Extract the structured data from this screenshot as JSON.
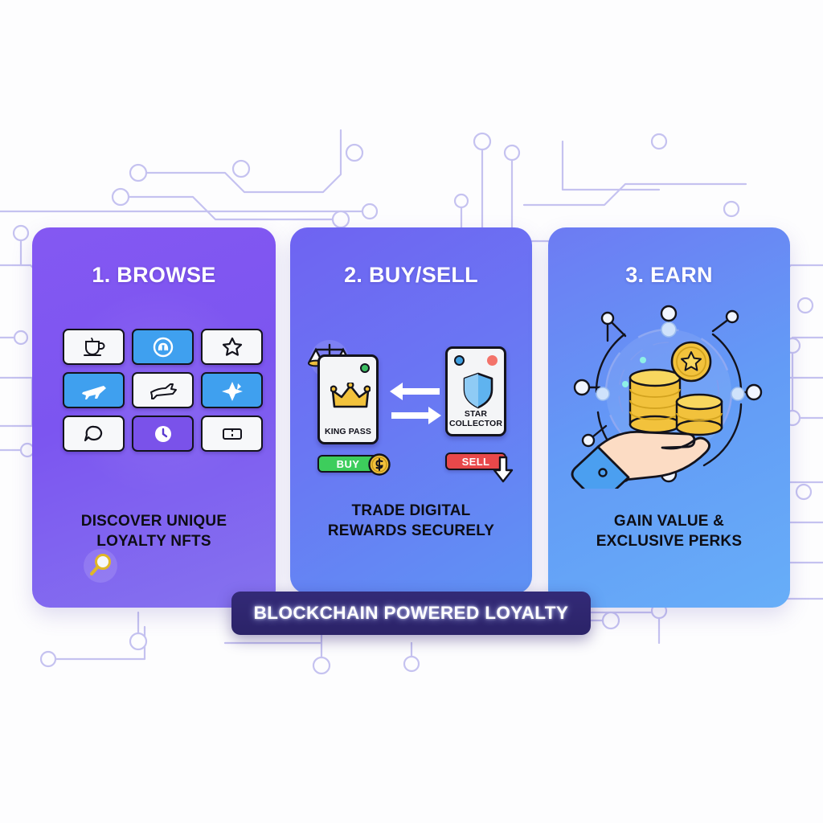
{
  "background": {
    "color": "#fdfdfe",
    "circuit_line_color": "#c5c2f0",
    "style": "circuit-board traces with open circular node terminals"
  },
  "banner": {
    "text": "BLOCKCHAIN POWERED LOYALTY",
    "background_color": "#2e2670",
    "text_color": "#ffffff"
  },
  "cards": [
    {
      "title": "1. BROWSE",
      "caption": "DISCOVER UNIQUE\nLOYALTY NFTS",
      "accent_color": "#7c55f0",
      "art": {
        "type": "nft-grid-with-tap",
        "magnifier_icon": "magnifier-search-icon",
        "tap_icon": "hand-pointer-tap-icon",
        "tiles": [
          {
            "icon": "coffee-cup-icon",
            "style": "light"
          },
          {
            "icon": "spiral-badge-icon",
            "style": "blue"
          },
          {
            "icon": "star-icon",
            "style": "light"
          },
          {
            "icon": "airplane-icon",
            "style": "blue"
          },
          {
            "icon": "airplane-side-icon",
            "style": "light"
          },
          {
            "icon": "airplane-tilt-icon",
            "style": "blue"
          },
          {
            "icon": "chat-loop-icon",
            "style": "light"
          },
          {
            "icon": "clock-icon",
            "style": "dark"
          },
          {
            "icon": "ticket-icon",
            "style": "light"
          }
        ]
      }
    },
    {
      "title": "2. BUY/SELL",
      "caption": "TRADE DIGITAL\nREWARDS SECURELY",
      "accent_color": "#6a76f3",
      "art": {
        "type": "trade-exchange",
        "scales_icon": "balance-scales-icon",
        "arrow_left_icon": "arrow-left-icon",
        "arrow_right_icon": "arrow-right-icon",
        "left_nft": {
          "label": "KING PASS",
          "icon": "crown-icon",
          "status_dot_color": "#3dbf63"
        },
        "right_nft": {
          "label": "STAR\nCOLLECTOR",
          "icon": "shield-icon",
          "dot_left_color": "#3f9fe0",
          "dot_right_color": "#f3736a"
        },
        "buy_button": {
          "label": "BUY",
          "color": "#3dcd5c",
          "badge_icon": "dollar-coin-icon"
        },
        "sell_button": {
          "label": "SELL",
          "color": "#e8484a",
          "badge_icon": "arrow-down-icon"
        }
      }
    },
    {
      "title": "3. EARN",
      "caption": "GAIN VALUE &\nEXCLUSIVE PERKS",
      "accent_color": "#67aef8",
      "art": {
        "type": "hand-with-coins",
        "hand_icon": "open-hand-icon",
        "coins_icon": "gold-coin-stack-icon",
        "star_coin_icon": "star-coin-icon",
        "ring_icon": "circuit-ring-icon"
      }
    }
  ]
}
